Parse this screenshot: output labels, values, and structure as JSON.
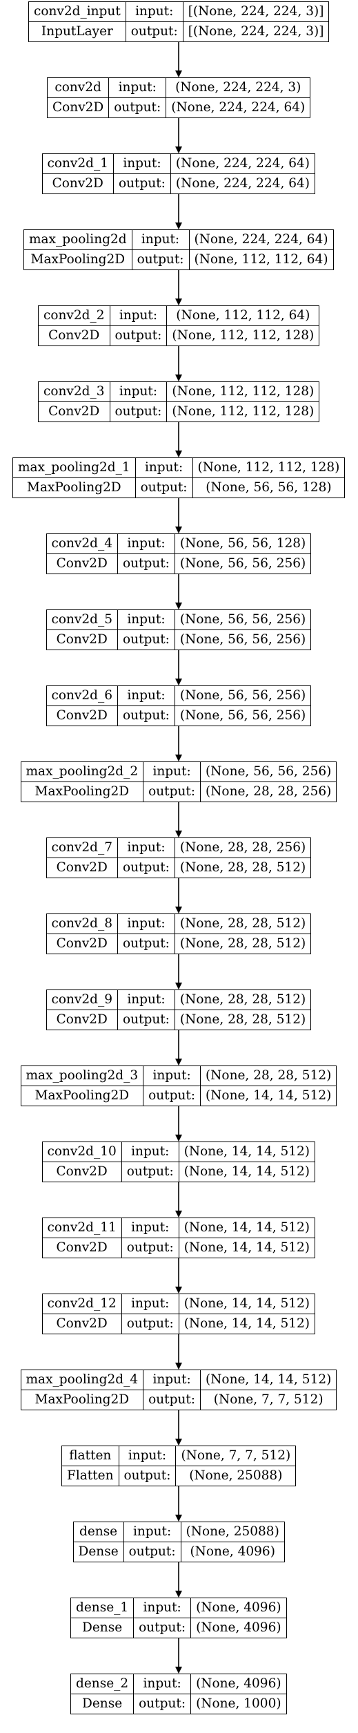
{
  "io_labels": {
    "input": "input:",
    "output": "output:"
  },
  "layers": [
    {
      "name": "conv2d_input",
      "type": "InputLayer",
      "input": "[(None, 224, 224, 3)]",
      "output": "[(None, 224, 224, 3)]"
    },
    {
      "name": "conv2d",
      "type": "Conv2D",
      "input": "(None, 224, 224, 3)",
      "output": "(None, 224, 224, 64)"
    },
    {
      "name": "conv2d_1",
      "type": "Conv2D",
      "input": "(None, 224, 224, 64)",
      "output": "(None, 224, 224, 64)"
    },
    {
      "name": "max_pooling2d",
      "type": "MaxPooling2D",
      "input": "(None, 224, 224, 64)",
      "output": "(None, 112, 112, 64)"
    },
    {
      "name": "conv2d_2",
      "type": "Conv2D",
      "input": "(None, 112, 112, 64)",
      "output": "(None, 112, 112, 128)"
    },
    {
      "name": "conv2d_3",
      "type": "Conv2D",
      "input": "(None, 112, 112, 128)",
      "output": "(None, 112, 112, 128)"
    },
    {
      "name": "max_pooling2d_1",
      "type": "MaxPooling2D",
      "input": "(None, 112, 112, 128)",
      "output": "(None, 56, 56, 128)"
    },
    {
      "name": "conv2d_4",
      "type": "Conv2D",
      "input": "(None, 56, 56, 128)",
      "output": "(None, 56, 56, 256)"
    },
    {
      "name": "conv2d_5",
      "type": "Conv2D",
      "input": "(None, 56, 56, 256)",
      "output": "(None, 56, 56, 256)"
    },
    {
      "name": "conv2d_6",
      "type": "Conv2D",
      "input": "(None, 56, 56, 256)",
      "output": "(None, 56, 56, 256)"
    },
    {
      "name": "max_pooling2d_2",
      "type": "MaxPooling2D",
      "input": "(None, 56, 56, 256)",
      "output": "(None, 28, 28, 256)"
    },
    {
      "name": "conv2d_7",
      "type": "Conv2D",
      "input": "(None, 28, 28, 256)",
      "output": "(None, 28, 28, 512)"
    },
    {
      "name": "conv2d_8",
      "type": "Conv2D",
      "input": "(None, 28, 28, 512)",
      "output": "(None, 28, 28, 512)"
    },
    {
      "name": "conv2d_9",
      "type": "Conv2D",
      "input": "(None, 28, 28, 512)",
      "output": "(None, 28, 28, 512)"
    },
    {
      "name": "max_pooling2d_3",
      "type": "MaxPooling2D",
      "input": "(None, 28, 28, 512)",
      "output": "(None, 14, 14, 512)"
    },
    {
      "name": "conv2d_10",
      "type": "Conv2D",
      "input": "(None, 14, 14, 512)",
      "output": "(None, 14, 14, 512)"
    },
    {
      "name": "conv2d_11",
      "type": "Conv2D",
      "input": "(None, 14, 14, 512)",
      "output": "(None, 14, 14, 512)"
    },
    {
      "name": "conv2d_12",
      "type": "Conv2D",
      "input": "(None, 14, 14, 512)",
      "output": "(None, 14, 14, 512)"
    },
    {
      "name": "max_pooling2d_4",
      "type": "MaxPooling2D",
      "input": "(None, 14, 14, 512)",
      "output": "(None, 7, 7, 512)"
    },
    {
      "name": "flatten",
      "type": "Flatten",
      "input": "(None, 7, 7, 512)",
      "output": "(None, 25088)"
    },
    {
      "name": "dense",
      "type": "Dense",
      "input": "(None, 25088)",
      "output": "(None, 4096)"
    },
    {
      "name": "dense_1",
      "type": "Dense",
      "input": "(None, 4096)",
      "output": "(None, 4096)"
    },
    {
      "name": "dense_2",
      "type": "Dense",
      "input": "(None, 4096)",
      "output": "(None, 1000)"
    }
  ]
}
